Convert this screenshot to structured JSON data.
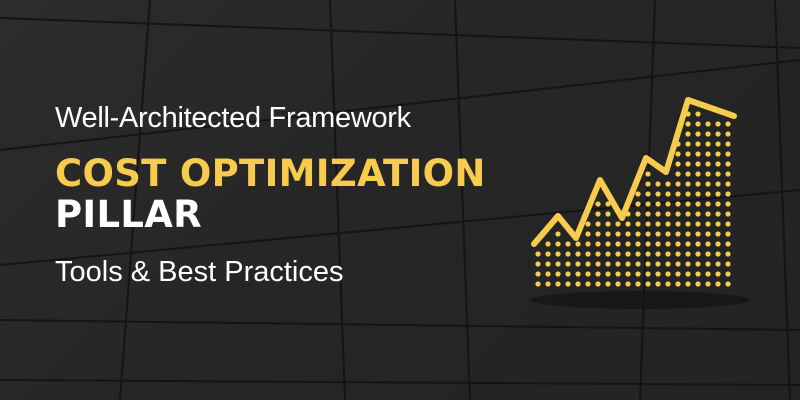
{
  "banner": {
    "subtitle": "Well-Architected Framework",
    "title_accent": "COST OPTIMIZATION",
    "title_main": "PILLAR",
    "tagline": "Tools & Best Practices"
  },
  "graphic": {
    "icon": "rising-dotted-line-chart-icon"
  },
  "colors": {
    "background": "#262626",
    "accent": "#f7cb4d",
    "text": "#ffffff",
    "lines": "#111111"
  }
}
